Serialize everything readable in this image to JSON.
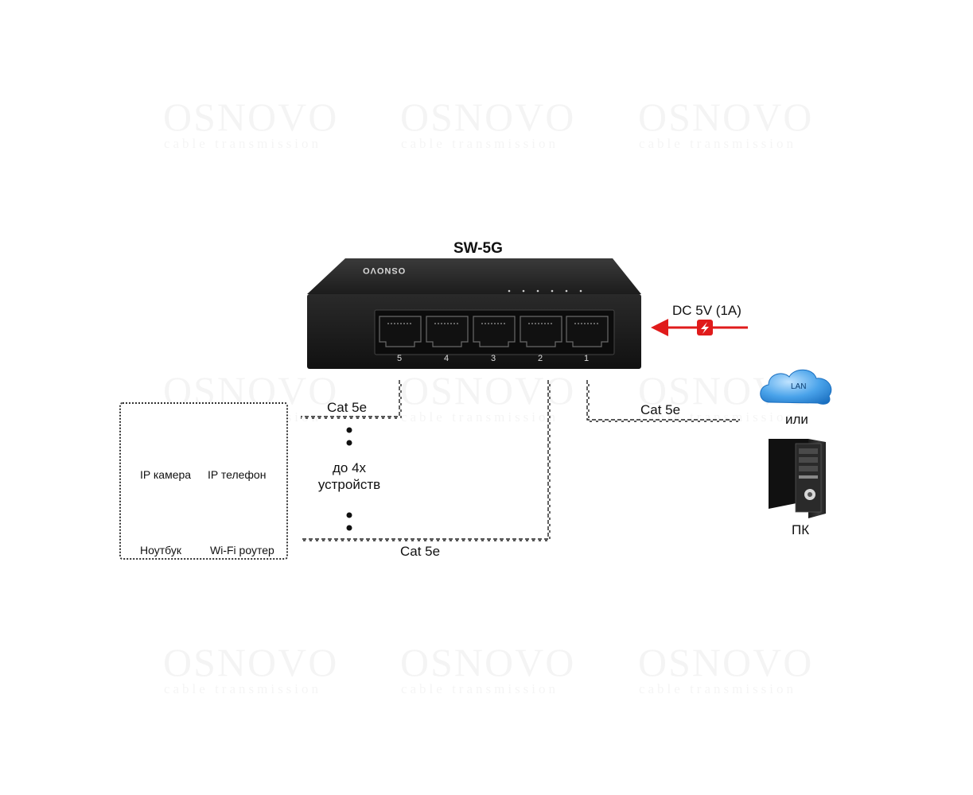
{
  "watermark": {
    "brand": "OSNOVO",
    "tagline": "cable transmission"
  },
  "switch": {
    "model": "SW-5G",
    "brand": "OSNOVO",
    "ports": [
      "5",
      "4",
      "3",
      "2",
      "1"
    ]
  },
  "power": {
    "label": "DC 5V (1A)",
    "arrow_color": "#e01b1b"
  },
  "cables": {
    "top_left": "Cat 5e",
    "bottom": "Cat 5e",
    "right": "Cat 5e"
  },
  "devices_note": {
    "line1": "до 4х",
    "line2": "устройств"
  },
  "devices": [
    {
      "icon": "ip-camera-icon",
      "label": "IP камера"
    },
    {
      "icon": "ip-phone-icon",
      "label": "IP телефон"
    },
    {
      "icon": "laptop-icon",
      "label": "Ноутбук"
    },
    {
      "icon": "wifi-router-icon",
      "label": "Wi-Fi роутер"
    }
  ],
  "uplink": {
    "cloud_label": "LAN",
    "or_label": "или",
    "pc_label": "ПК"
  }
}
